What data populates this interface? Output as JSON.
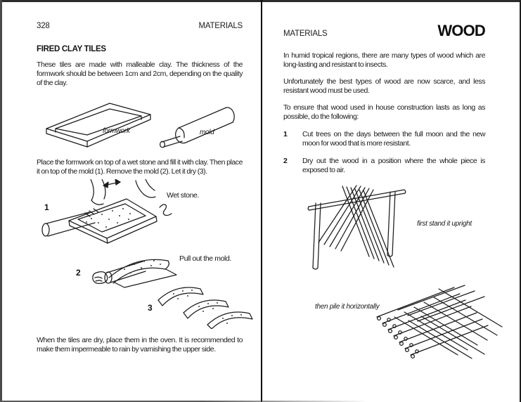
{
  "colors": {
    "ink": "#1c1c1c",
    "paper": "#ffffff",
    "border": "#000000"
  },
  "left_page": {
    "page_number": "328",
    "running_header": "MATERIALS",
    "section_title": "FIRED CLAY TILES",
    "para_intro": "These tiles are made with malleable clay. The thickness of the formwork should be between 1cm and 2cm, depending on the quality of the clay.",
    "figure_tools": {
      "formwork_label": "formwork",
      "mold_label": "mold"
    },
    "para_instructions": "Place the formwork on top of a wet stone and fill it with clay. Then place it on top of the mold (1). Remove the mold (2). Let it dry (3).",
    "steps_figure": {
      "step1_number": "1",
      "step1_caption": "Wet stone.",
      "step2_number": "2",
      "step2_caption": "Pull out the mold.",
      "step3_number": "3"
    },
    "para_oven": "When the tiles are dry, place them in the oven. It is recommended to make them impermeable to rain by varnishing the upper side."
  },
  "right_page": {
    "running_header": "MATERIALS",
    "title": "WOOD",
    "para_intro": "In humid tropical regions, there are many types of wood which are long-lasting and resistant to insects.",
    "para_scarce": "Unfortunately the best types of wood are now scarce, and less resistant wood must be used.",
    "para_ensure": "To ensure that wood used in house construction lasts as long as possible, do the following:",
    "list": [
      {
        "number": "1",
        "text": "Cut trees on the days between the full moon and the new moon for wood that is more resistant."
      },
      {
        "number": "2",
        "text": "Dry out the wood in a position where the whole piece is exposed to air."
      }
    ],
    "figure_rack_label": "first stand it upright",
    "figure_pile_label": "then pile it horizontally"
  }
}
